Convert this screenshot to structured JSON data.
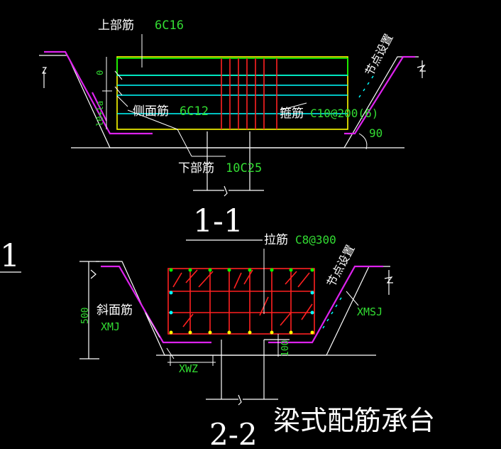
{
  "section_1": {
    "title": "1-1",
    "top_bar_label": "上部筋",
    "top_bar_spec": "6C16",
    "side_bar_label": "侧面筋",
    "side_bar_spec": "6C12",
    "stirrup_label": "箍筋",
    "stirrup_spec": "C10@200(6)",
    "bottom_bar_label": "下部筋",
    "bottom_bar_spec": "10C25",
    "node_label": "节点设置",
    "angle_label": "90",
    "dim_zero": "0",
    "dim_lad": "l0+la"
  },
  "section_2": {
    "title": "2-2",
    "tie_label": "拉筋",
    "tie_spec": "C8@300",
    "slope_label": "斜面筋",
    "slope_spec": "XMJ",
    "node_label": "节点设置",
    "xmsj": "XMSJ",
    "xwz": "XWZ",
    "dim_500": "500",
    "dim_100": "100"
  },
  "left_fragment": "1",
  "caption": "梁式配筋承台",
  "colors": {
    "background": "#000000",
    "outline": "#ffffff",
    "bar_yellow": "#ffff00",
    "bar_cyan": "#00ffff",
    "bar_green": "#00ff00",
    "bar_red": "#ff2020",
    "bar_magenta": "#dd22ee",
    "label_green": "#33dd33"
  }
}
